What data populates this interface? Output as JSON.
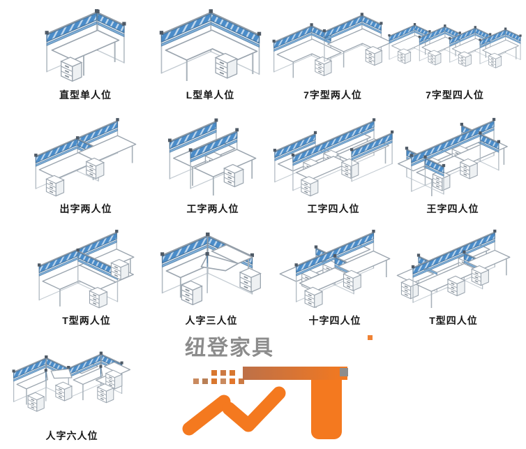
{
  "catalog": {
    "items": [
      {
        "label": "直型单人位",
        "type": "straight-single"
      },
      {
        "label": "L型单人位",
        "type": "l-single"
      },
      {
        "label": "7字型两人位",
        "type": "seven-two"
      },
      {
        "label": "7字型四人位",
        "type": "seven-four"
      },
      {
        "label": "出字两人位",
        "type": "chu-two"
      },
      {
        "label": "工字两人位",
        "type": "gong-two"
      },
      {
        "label": "工字四人位",
        "type": "gong-four"
      },
      {
        "label": "王字四人位",
        "type": "wang-four"
      },
      {
        "label": "T型两人位",
        "type": "t-two"
      },
      {
        "label": "人字三人位",
        "type": "ren-three"
      },
      {
        "label": "十字四人位",
        "type": "cross-four"
      },
      {
        "label": "T型四人位",
        "type": "t-four"
      },
      {
        "label": "人字六人位",
        "type": "ren-six"
      }
    ]
  },
  "logo": {
    "text": "纽登家具"
  },
  "colors": {
    "partition_blue": "#4a8cc9",
    "partition_blue_light": "#7fb0da",
    "line_gray": "#9aa4ae",
    "logo_orange": "#f4791f",
    "logo_brown": "#bd7048",
    "logo_text_gray": "#8c8c8c",
    "post_dark": "#4f5a66"
  }
}
